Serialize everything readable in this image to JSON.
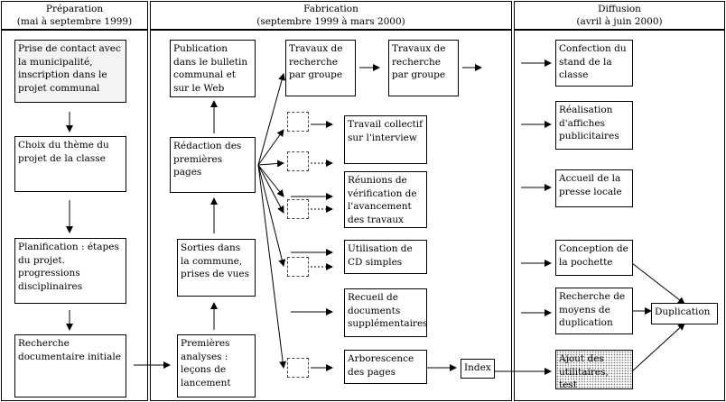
{
  "phases": {
    "preparation": {
      "title": "Préparation",
      "dates": "(mai à septembre 1999)"
    },
    "fabrication": {
      "title": "Fabrication",
      "dates": "(septembre 1999 à mars 2000)"
    },
    "diffusion": {
      "title": "Diffusion",
      "dates": "(avril à juin 2000)"
    }
  },
  "preparation_steps": [
    "Prise de contact avec la municipalité, inscription dans le projet communal",
    "Choix du thème du projet de la classe",
    "Planification : étapes du projet. progressions disciplinaires",
    "Recherche documentaire initiale"
  ],
  "fabrication_steps": {
    "premieres_analyses": "Premières analyses : leçons de lancement",
    "sorties": "Sorties dans la commune, prises de vues",
    "redaction": "Rédaction des premières pages",
    "publication": "Publication dans le bulletin communal et sur le Web",
    "travaux_1": "Travaux de recherche par groupe",
    "travaux_2": "Travaux de recherche par groupe",
    "travail_collectif": "Travail collectif sur l'interview",
    "reunions": "Réunions de vérification de l'avancement des travaux",
    "utilisation_cd": "Utilisation de CD simples",
    "recueil": "Recueil de documents supplémentaires",
    "arborescence": "Arborescence des pages",
    "index": "Index"
  },
  "diffusion_steps": {
    "confection": "Confection du stand de la classe",
    "realisation": "Réalisation d'affiches publicitaires",
    "accueil": "Accueil de la presse locale",
    "conception": "Conception de la pochette",
    "recherche_moyens": "Recherche de moyens de duplication",
    "ajout": "Ajout des utilitaires, test",
    "duplication": "Duplication"
  }
}
